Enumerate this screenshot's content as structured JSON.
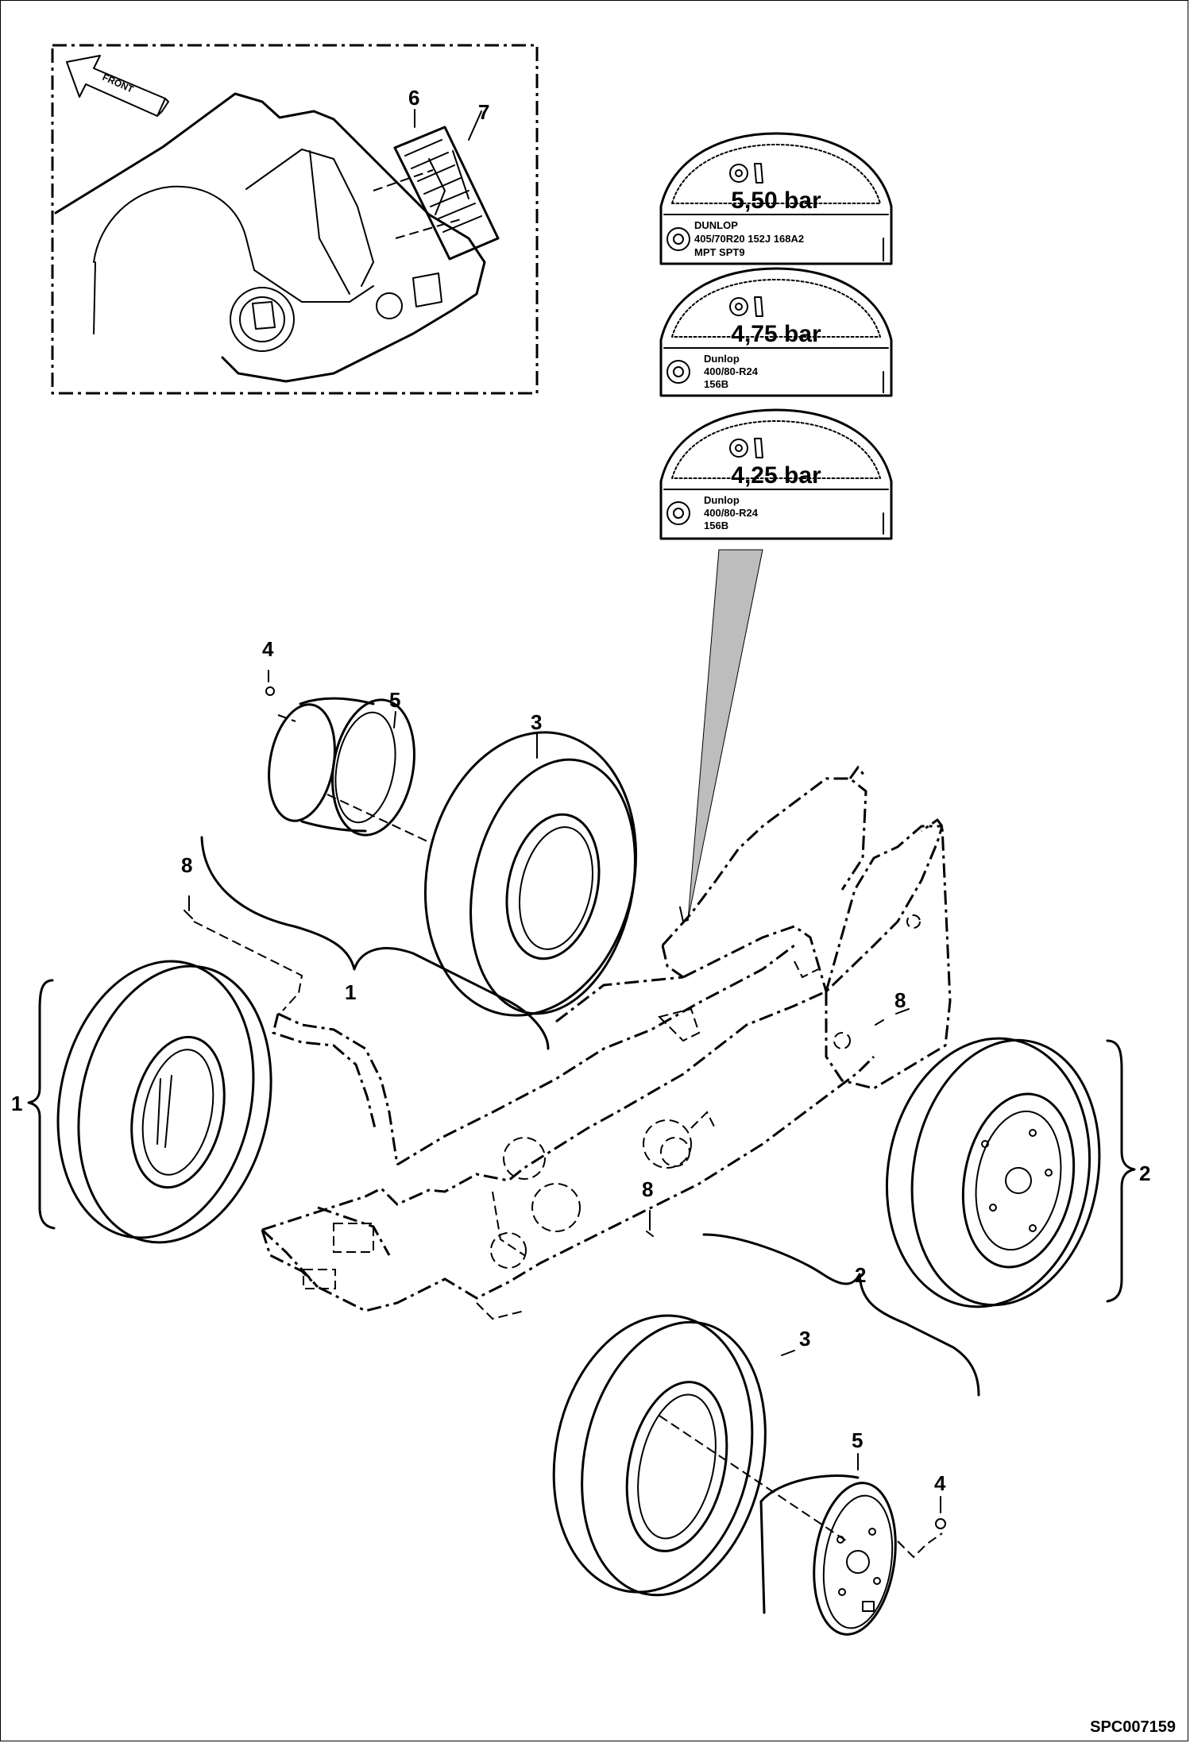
{
  "callouts": {
    "inset_6": "6",
    "inset_7": "7",
    "c4_top": "4",
    "c5_top": "5",
    "c3_top": "3",
    "c8_left": "8",
    "c1_bracket": "1",
    "c1_side": "1",
    "c8_right": "8",
    "c8_center": "8",
    "c2_side": "2",
    "c2_bracket": "2",
    "c3_bottom": "3",
    "c5_bottom": "5",
    "c4_bottom": "4"
  },
  "inset": {
    "front_label": "FRONT"
  },
  "decals": [
    {
      "pressure": "5,50 bar",
      "line1": "DUNLOP",
      "line2": "405/70R20  152J  168A2",
      "line3": "MPT SPT9"
    },
    {
      "pressure": "4,75 bar",
      "line1": "Dunlop",
      "line2": "400/80-R24",
      "line3": "156B"
    },
    {
      "pressure": "4,25 bar",
      "line1": "Dunlop",
      "line2": "400/80-R24",
      "line3": "156B"
    }
  ],
  "reference_code": "SPC007159",
  "colors": {
    "line": "#000000",
    "pointer_fill": "#bdbdbd",
    "background": "#ffffff"
  }
}
